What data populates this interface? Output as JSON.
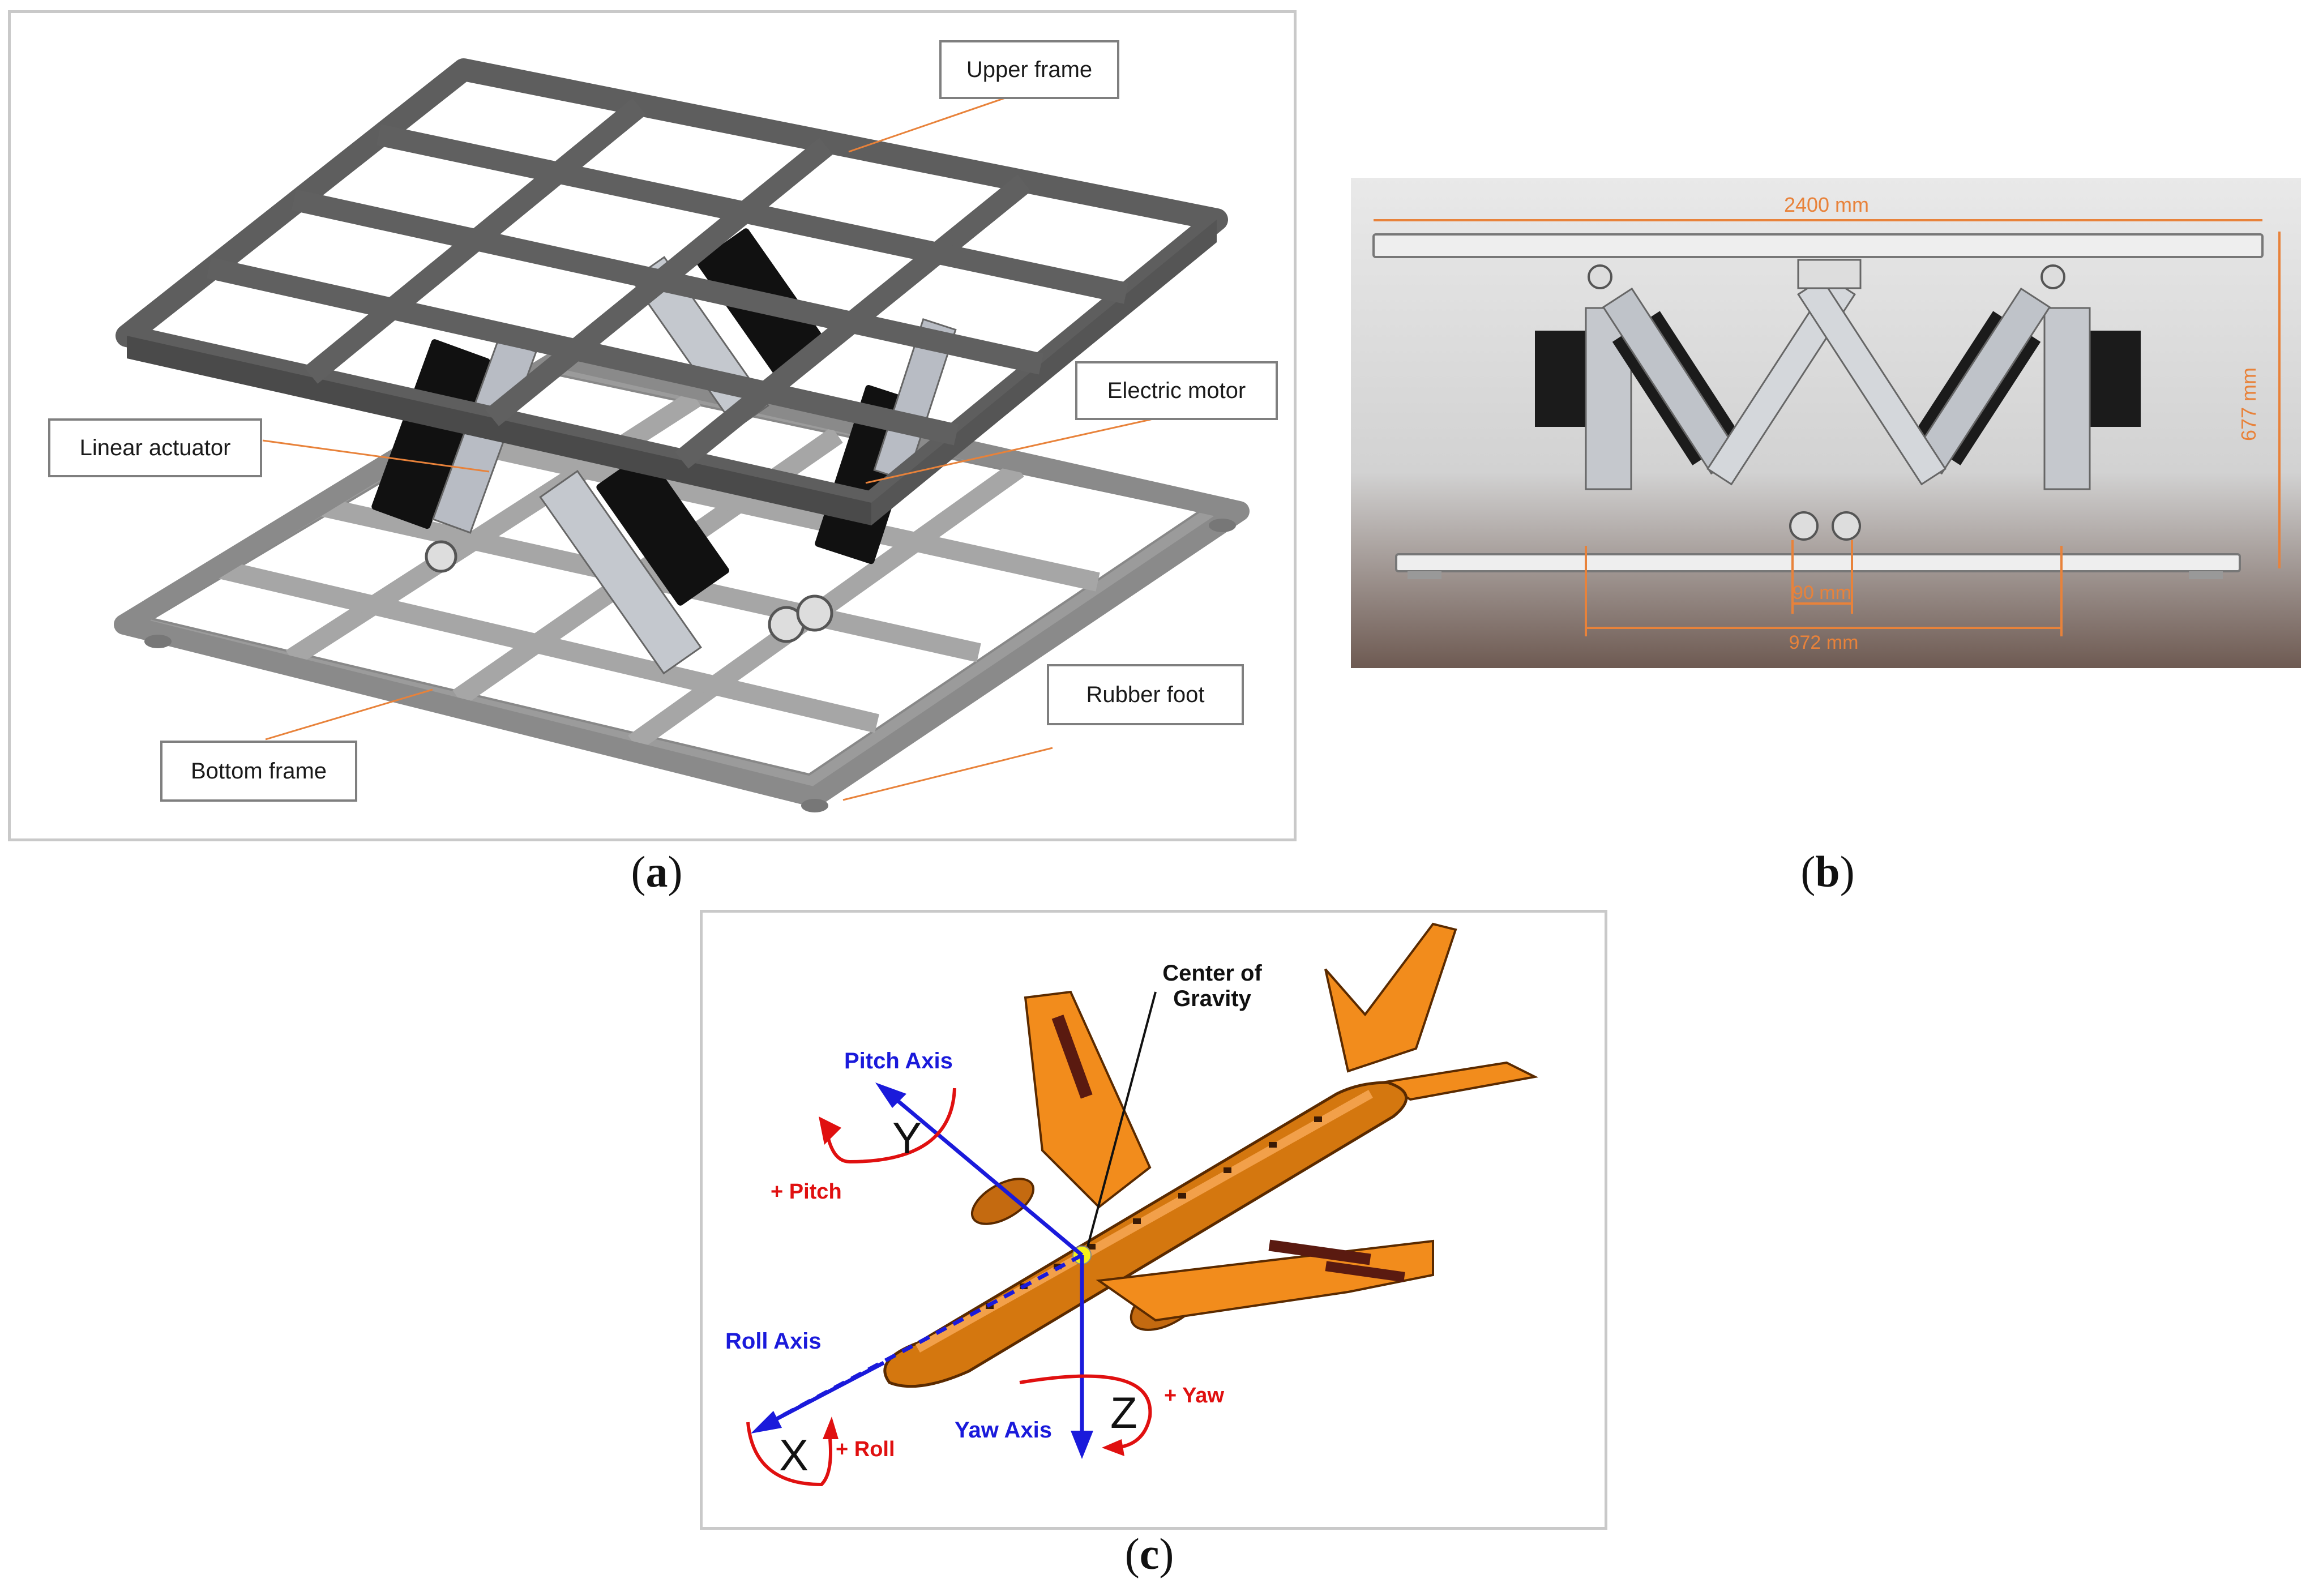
{
  "panel_a": {
    "caption_letter": "a",
    "labels": {
      "upper_frame": "Upper frame",
      "electric_motor": "Electric motor",
      "linear_actuator": "Linear actuator",
      "rubber_foot": "Rubber foot",
      "bottom_frame": "Bottom frame"
    }
  },
  "panel_b": {
    "caption_letter": "b",
    "dimensions": {
      "top_width": "2400 mm",
      "height": "677 mm",
      "inner_gap": "90 mm",
      "base_span": "972 mm"
    }
  },
  "panel_c": {
    "caption_letter": "c",
    "labels": {
      "center_of_gravity_line1": "Center of",
      "center_of_gravity_line2": "Gravity",
      "pitch_axis": "Pitch  Axis",
      "roll_axis": "Roll  Axis",
      "yaw_axis": "Yaw  Axis",
      "pitch": "+ Pitch",
      "roll": "+ Roll",
      "yaw": "+ Yaw",
      "x": "X",
      "y": "Y",
      "z": "Z"
    }
  },
  "colors": {
    "orange_dim": "#e8823a",
    "axis_blue": "#1a1adb",
    "rotation_red": "#e01010",
    "plane_orange": "#f28c1c"
  }
}
